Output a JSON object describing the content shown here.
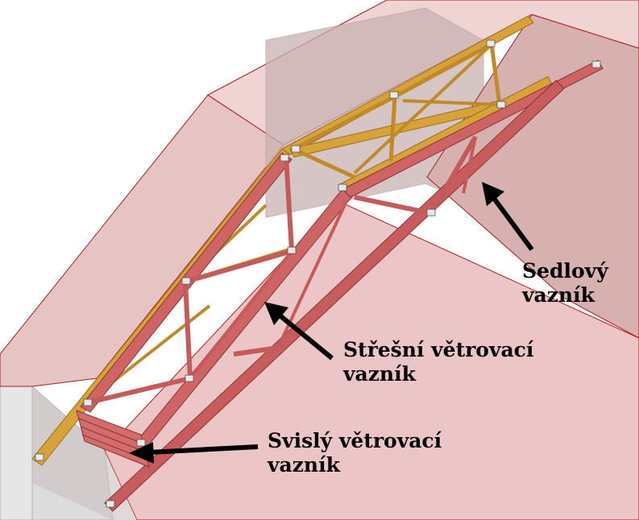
{
  "labels": {
    "saddle_truss": {
      "line1": "Sedlový",
      "line2": "vazník"
    },
    "roof_bracing_truss": {
      "line1": "Střešní větrovací",
      "line2": "vazník"
    },
    "vertical_bracing_truss": {
      "line1": "Svislý větrovací",
      "line2": "vazník"
    }
  },
  "colors": {
    "roof_plane": "#e9c2c2",
    "roof_plane_dark": "#d9a9a9",
    "wall": "#e4e4e4",
    "wall_shadow": "#bdb3b3",
    "timber_yellow": "#d8a23a",
    "timber_yellow_dark": "#9c6e18",
    "timber_red": "#cf6464",
    "timber_red_dark": "#8a3232",
    "edge_line": "#b01818",
    "arrow": "#000000"
  }
}
